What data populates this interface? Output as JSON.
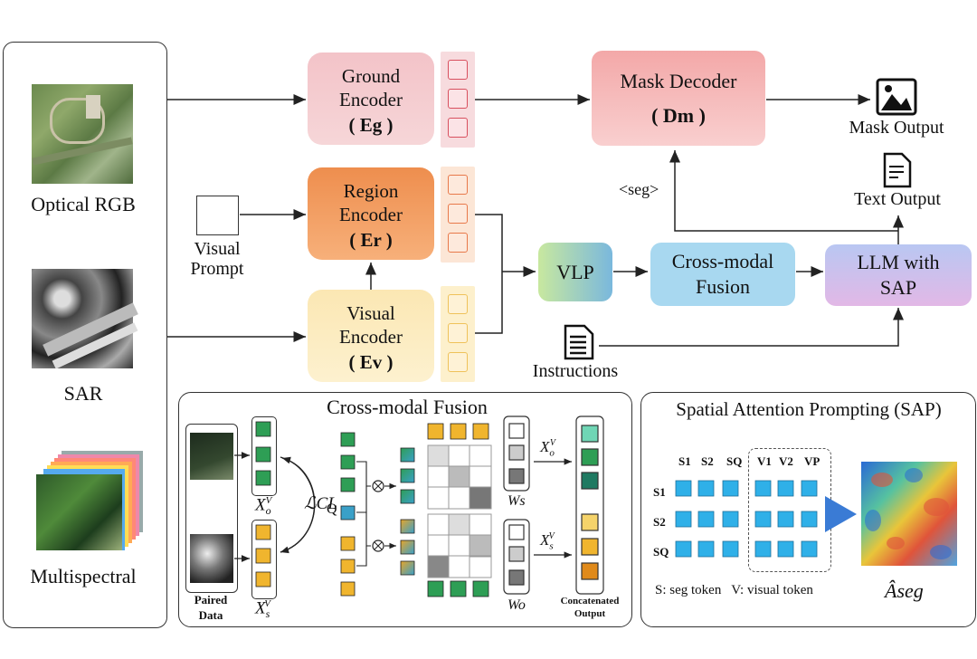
{
  "inputs": {
    "optical_label": "Optical RGB",
    "sar_label": "SAR",
    "multispectral_label": "Multispectral"
  },
  "encoders": {
    "ground": {
      "line1": "Ground",
      "line2": "Encoder",
      "symbol": "( Eg )"
    },
    "region": {
      "line1": "Region",
      "line2": "Encoder",
      "symbol": "( Er )"
    },
    "visual": {
      "line1": "Visual",
      "line2": "Encoder",
      "symbol": "( Ev )"
    }
  },
  "visual_prompt": "Visual\nPrompt",
  "mask_decoder": {
    "title": "Mask Decoder",
    "symbol": "( Dm )"
  },
  "seg_token": "<seg>",
  "mask_output": "Mask Output",
  "text_output": "Text Output",
  "vlp": "VLP",
  "cross_modal_box": {
    "line1": "Cross-modal",
    "line2": "Fusion"
  },
  "llm_box": {
    "line1": "LLM with",
    "line2": "SAP"
  },
  "instructions": "Instructions",
  "cmf_panel": {
    "title": "Cross-modal Fusion",
    "paired_data": "Paired\nData",
    "x_o": "X",
    "x_s": "X",
    "loss": "ℒCL",
    "q": "Q",
    "ws": "Ws",
    "wo": "Wo",
    "concat": "Concatenated\nOutput"
  },
  "sap_panel": {
    "title": "Spatial Attention Prompting (SAP)",
    "col_headers": [
      "S1",
      "S2",
      "SQ",
      "V1",
      "V2",
      "VP"
    ],
    "row_headers": [
      "S1",
      "S2",
      "SQ"
    ],
    "legend": "S: seg token   V: visual token",
    "a_seg": "Âseg"
  }
}
